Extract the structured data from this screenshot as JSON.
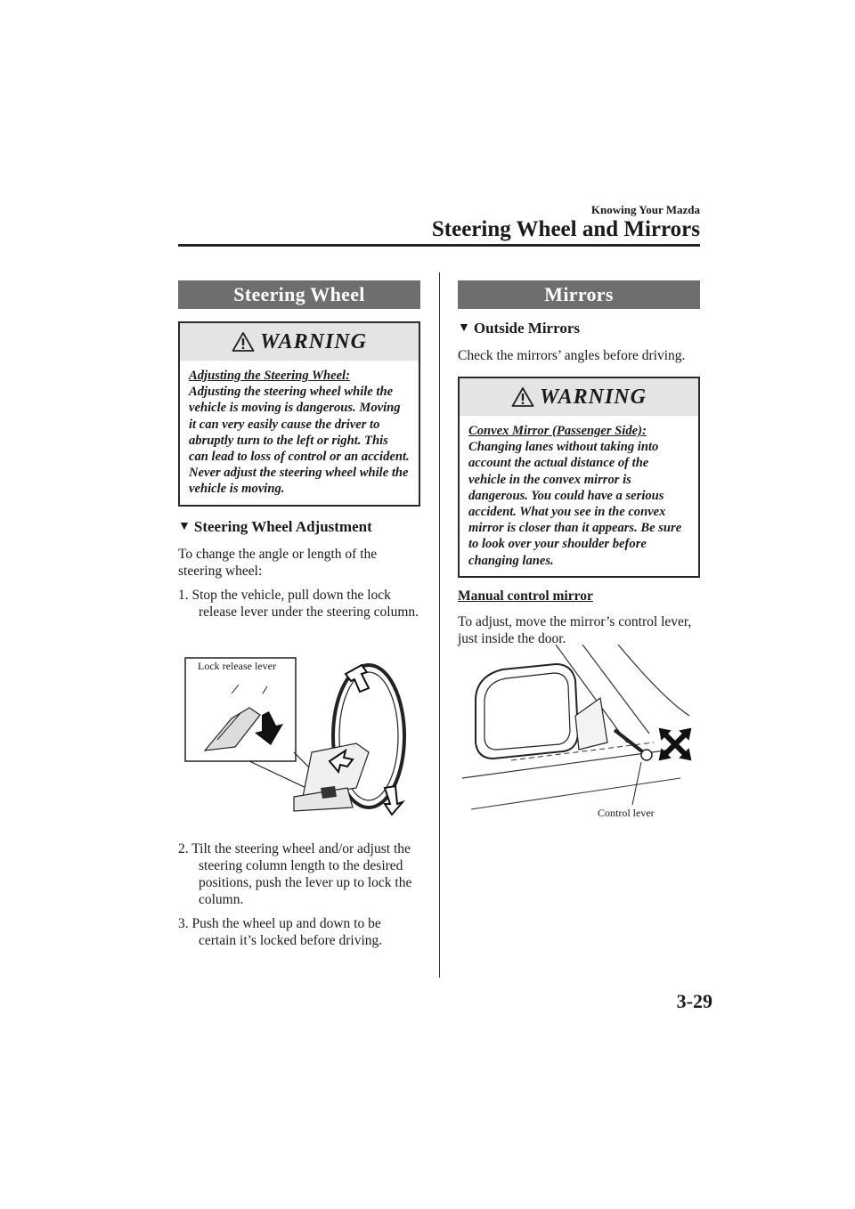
{
  "header": {
    "section_label": "Knowing Your Mazda",
    "page_title": "Steering Wheel and Mirrors"
  },
  "left": {
    "section_title": "Steering Wheel",
    "warning": {
      "label": "WARNING",
      "heading": "Adjusting the Steering Wheel:",
      "text": "Adjusting the steering wheel while the vehicle is moving is dangerous. Moving it can very easily cause the driver to abruptly turn to the left or right. This can lead to loss of control or an accident. Never adjust the steering wheel while the vehicle is moving."
    },
    "subheading": "Steering Wheel Adjustment",
    "intro": "To change the angle or length of the steering wheel:",
    "steps": [
      "1. Stop the vehicle, pull down the lock release lever under the steering column.",
      "2. Tilt the steering wheel and/or adjust the steering column length to the desired positions, push the lever up to lock the column.",
      "3. Push the wheel up and down to be certain it’s locked before driving."
    ],
    "figure_label": "Lock release lever"
  },
  "right": {
    "section_title": "Mirrors",
    "subheading": "Outside Mirrors",
    "intro": "Check the mirrors’ angles before driving.",
    "warning": {
      "label": "WARNING",
      "heading": "Convex Mirror (Passenger Side):",
      "text": "Changing lanes without taking into account the actual distance of the vehicle in the convex mirror is dangerous. You could have a serious accident. What you see in the convex mirror is closer than it appears. Be sure to look over your shoulder before changing lanes."
    },
    "manual_heading": "Manual control mirror",
    "manual_text": "To adjust, move the mirror’s control lever, just inside the door.",
    "figure_label": "Control lever"
  },
  "footer": {
    "page_number": "3-29"
  }
}
